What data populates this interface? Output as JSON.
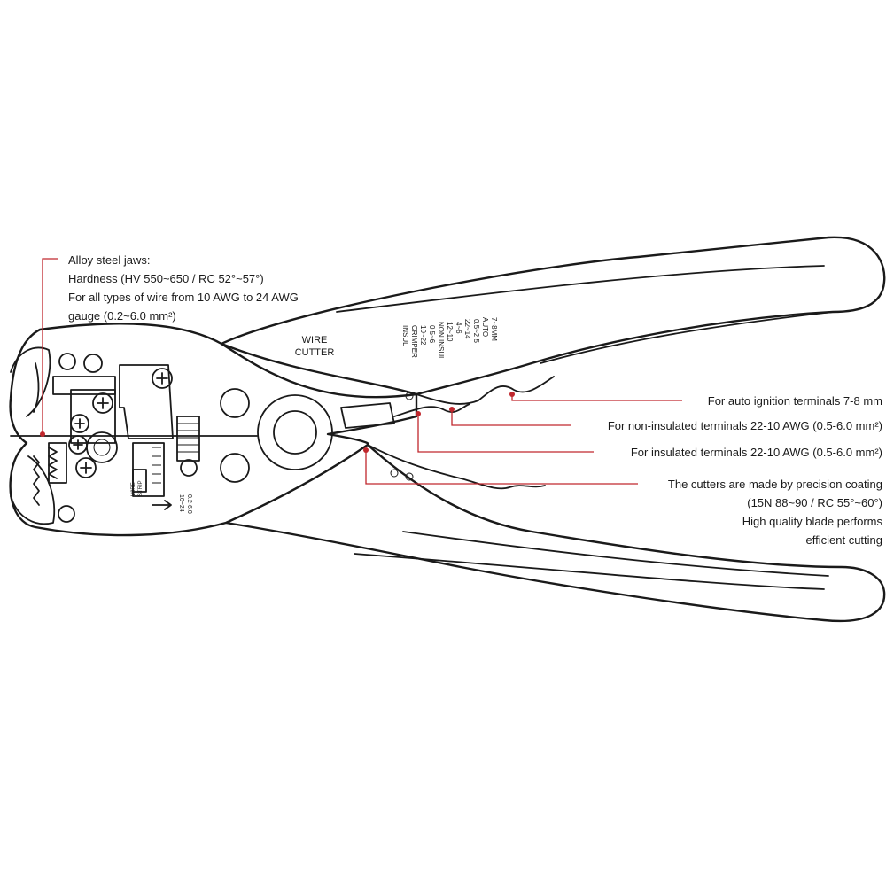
{
  "accent_color": "#c0272d",
  "tool_labels": {
    "wire_cutter": [
      "WIRE",
      "CUTTER"
    ],
    "crimper_scale": [
      "INSUL",
      "CRIMPER",
      "10~22",
      "0.5~6",
      "NON INSUL",
      "12~10",
      "4~6",
      "22~14",
      "0.5~2.5",
      "AUTO",
      "7~8MM"
    ],
    "wire_strip": [
      "WIRE",
      "STRIP"
    ],
    "strip_range": [
      "10~24",
      "0.2-6.0"
    ]
  },
  "callouts": {
    "jaws": {
      "lines": [
        "Alloy steel jaws:",
        "Hardness (HV 550~650 / RC 52°~57°)",
        "For all types of wire from 10 AWG to 24 AWG",
        "gauge (0.2~6.0 mm²)"
      ]
    },
    "auto_ignition": {
      "text": "For auto ignition terminals 7-8 mm"
    },
    "non_insulated": {
      "text": "For non-insulated terminals 22-10 AWG (0.5-6.0 mm²)"
    },
    "insulated": {
      "text": "For insulated terminals 22-10 AWG (0.5-6.0 mm²)"
    },
    "cutters": {
      "lines": [
        "The cutters are made by precision coating",
        "(15N 88~90 / RC 55°~60°)",
        "High quality blade performs",
        "efficient cutting"
      ]
    }
  }
}
